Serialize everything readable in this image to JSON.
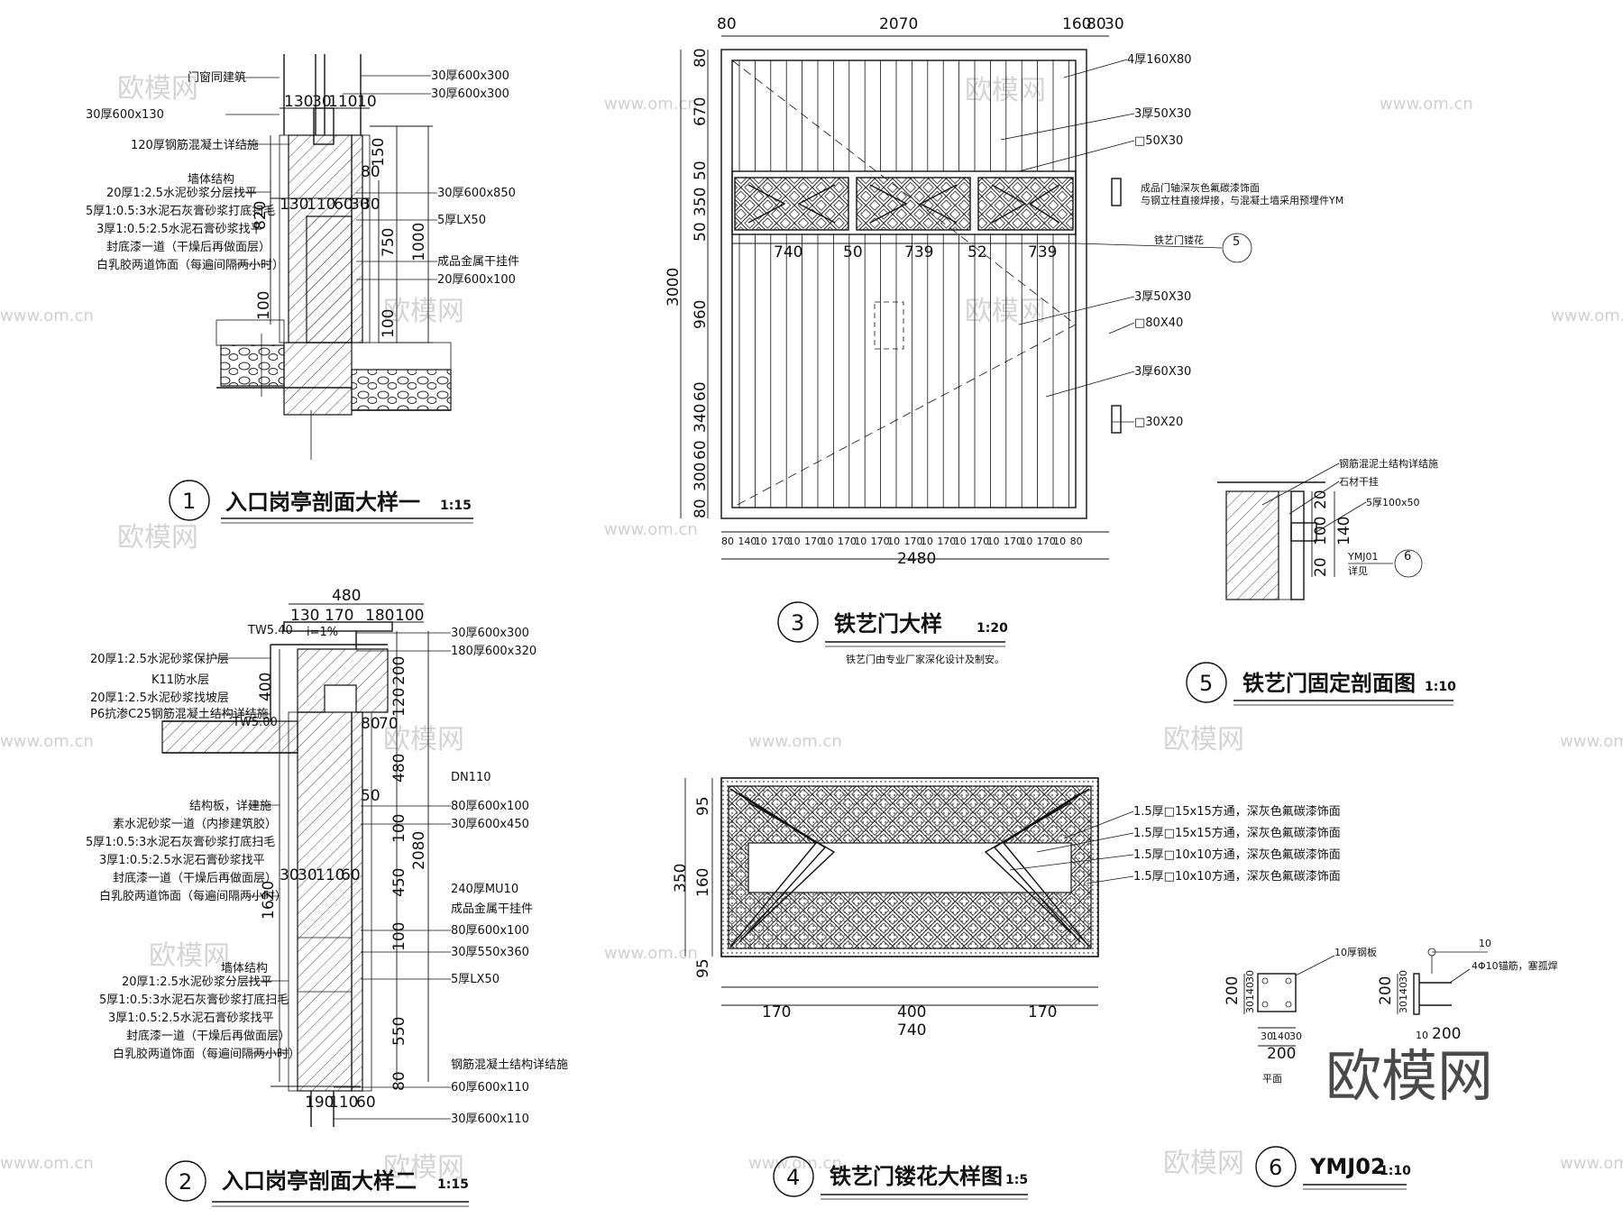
{
  "drawings": {
    "d1": {
      "num": "1",
      "title": "入口岗亭剖面大样一",
      "scale": "1:15",
      "notes_left": [
        "门窗同建筑",
        "30厚600x130",
        "120厚钢筋混凝土详结施",
        "墙体结构",
        "20厚1:2.5水泥砂浆分层找平",
        "5厚1:0.5:3水泥石灰膏砂浆打底扫毛",
        "3厚1:0.5:2.5水泥石膏砂浆找平",
        "封底漆一道（干燥后再做面层）",
        "白乳胶两道饰面（每遍间隔两小时）"
      ],
      "notes_right": [
        "30厚600x300",
        "30厚600x300",
        "30厚600x850",
        "5厚LX50",
        "成品金属干挂件",
        "20厚600x100"
      ],
      "dims": [
        "130",
        "30",
        "110",
        "10",
        "150",
        "80",
        "30",
        "130",
        "110",
        "60",
        "30",
        "820",
        "750",
        "1000",
        "100",
        "100"
      ]
    },
    "d2": {
      "num": "2",
      "title": "入口岗亭剖面大样二",
      "scale": "1:15",
      "notes_left": [
        "TW5.40",
        "i=1%",
        "20厚1:2.5水泥砂浆保护层",
        "K11防水层",
        "20厚1:2.5水泥砂浆找坡层",
        "P6抗渗C25钢筋混凝土结构详结施",
        "TW5.00",
        "结构板，详建施",
        "素水泥砂浆一道（内掺建筑胶）",
        "5厚1:0.5:3水泥石灰膏砂浆打底扫毛",
        "3厚1:0.5:2.5水泥石膏砂浆找平",
        "封底漆一道（干燥后再做面层）",
        "白乳胶两道饰面（每遍间隔两小时）",
        "墙体结构",
        "20厚1:2.5水泥砂浆分层找平",
        "5厚1:0.5:3水泥石灰膏砂浆打底扫毛",
        "3厚1:0.5:2.5水泥石膏砂浆找平",
        "封底漆一道（干燥后再做面层）",
        "白乳胶两道饰面（每遍间隔两小时）"
      ],
      "notes_right": [
        "30厚600x300",
        "180厚600x320",
        "DN110",
        "80厚600x100",
        "30厚600x450",
        "240厚MU10",
        "成品金属干挂件",
        "80厚600x100",
        "30厚550x360",
        "5厚LX50",
        "钢筋混凝土结构详结施",
        "60厚600x110",
        "30厚600x110"
      ],
      "dims": [
        "480",
        "130",
        "170",
        "180",
        "100",
        "400",
        "200",
        "120",
        "80",
        "70",
        "480",
        "50",
        "100",
        "450",
        "2080",
        "100",
        "1620",
        "550",
        "30",
        "30",
        "110",
        "60",
        "80",
        "190",
        "110",
        "60"
      ]
    },
    "d3": {
      "num": "3",
      "title": "铁艺门大样",
      "scale": "1:20",
      "note": "铁艺门由专业厂家深化设计及制安。",
      "notes_right": [
        "4厚160X80",
        "3厚50X30",
        "□50X30",
        "成品门轴深灰色氟碳漆饰面",
        "与钢立柱直接焊接，与混凝土墙采用预埋件YM",
        "铁艺门镂花",
        "3厚50X30",
        "□80X40",
        "3厚60X30",
        "□30X20"
      ],
      "top_dims": [
        "80",
        "2070",
        "160",
        "80",
        "30"
      ],
      "left_dims": [
        "80",
        "670",
        "50",
        "350",
        "50",
        "3000",
        "960",
        "60",
        "340",
        "60",
        "300",
        "80"
      ],
      "mid_dims": [
        "740",
        "50",
        "739",
        "52",
        "739"
      ],
      "bottom_dims": [
        "80",
        "140",
        "10",
        "170",
        "10",
        "170",
        "10",
        "170",
        "10",
        "170",
        "10",
        "170",
        "10",
        "170",
        "10",
        "170",
        "10",
        "170",
        "10",
        "170",
        "10",
        "80"
      ],
      "total": "2480",
      "callout": "5"
    },
    "d4": {
      "num": "4",
      "title": "铁艺门镂花大样图",
      "scale": "1:5",
      "notes_right": [
        "1.5厚□15x15方通，深灰色氟碳漆饰面",
        "1.5厚□15x15方通，深灰色氟碳漆饰面",
        "1.5厚□10x10方通，深灰色氟碳漆饰面",
        "1.5厚□10x10方通，深灰色氟碳漆饰面"
      ],
      "left_dims": [
        "95",
        "350",
        "160",
        "95"
      ],
      "bottom_dims": [
        "170",
        "400",
        "170"
      ],
      "total": "740"
    },
    "d5": {
      "num": "5",
      "title": "铁艺门固定剖面图",
      "scale": "1:10",
      "notes": [
        "钢筋混泥土结构详结施",
        "石材干挂",
        "5厚100x50",
        "YMJ01",
        "详见"
      ],
      "dims": [
        "20",
        "100",
        "140",
        "20"
      ],
      "callout": "6"
    },
    "d6": {
      "num": "6",
      "title": "YMJ02",
      "scale": "1:10",
      "notes": [
        "10厚钢板",
        "4Φ10锚筋，塞孤焊",
        "平面",
        "10"
      ],
      "dims": [
        "200",
        "30",
        "140",
        "30",
        "30",
        "140",
        "30",
        "200",
        "200",
        "30",
        "140",
        "30",
        "10",
        "200"
      ]
    }
  },
  "watermark": {
    "url": "www.om.cn",
    "brand": "欧模网"
  }
}
